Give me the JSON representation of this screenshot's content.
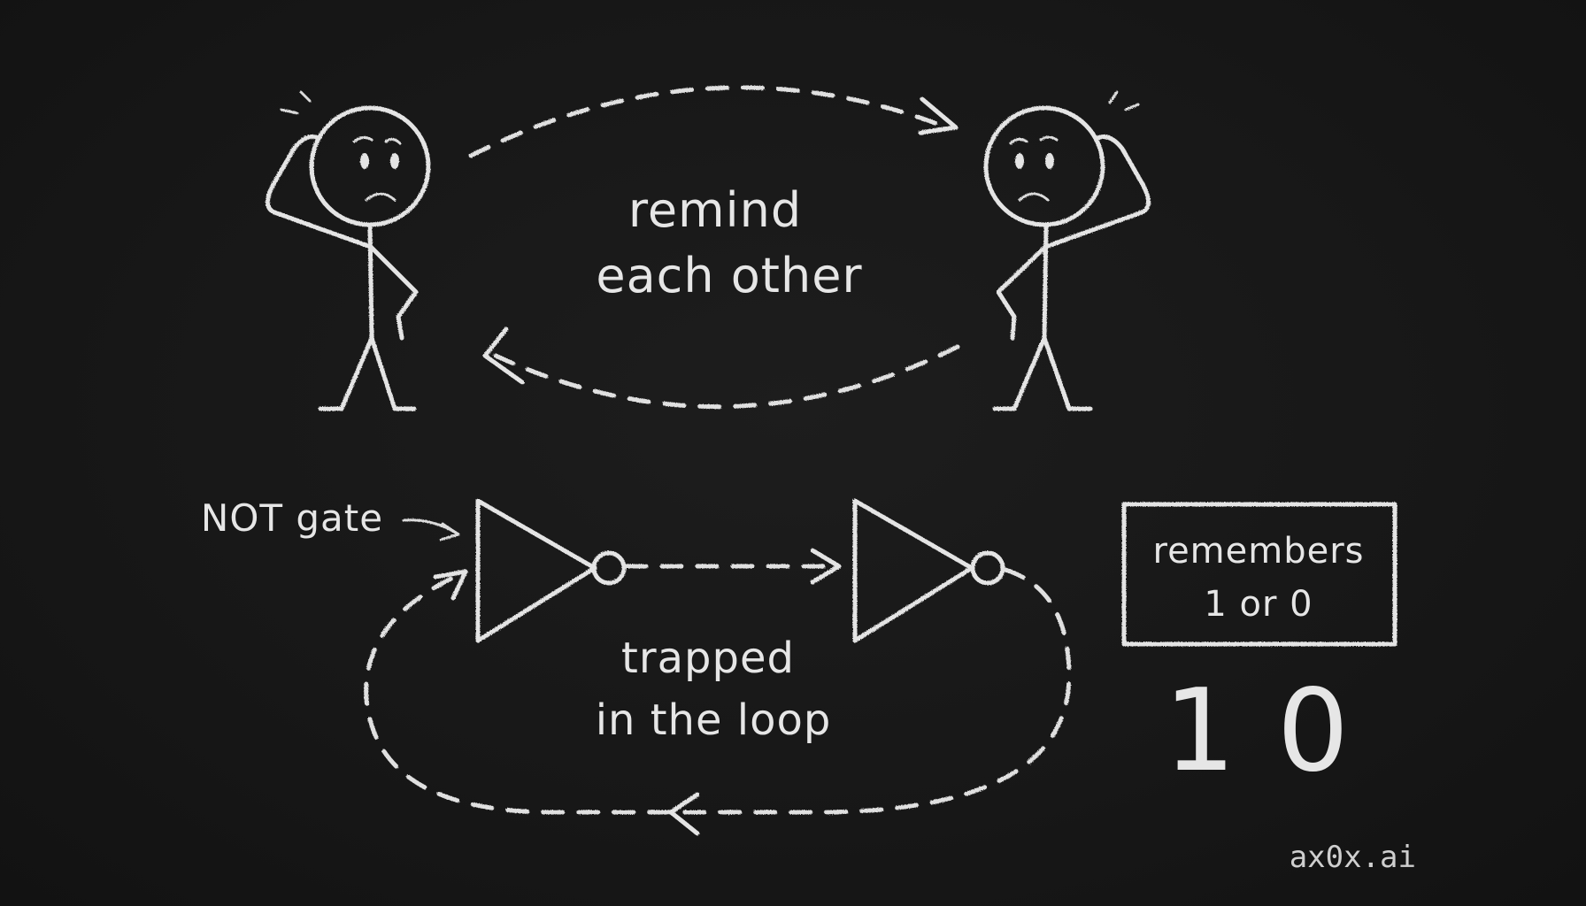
{
  "scene": {
    "reminder_label_line1": "remind",
    "reminder_label_line2": "each other",
    "not_gate_label": "NOT gate",
    "loop_label_line1": "trapped",
    "loop_label_line2": "in the loop",
    "memory_box_line1": "remembers",
    "memory_box_line2": "1 or 0",
    "bit_one": "1",
    "bit_zero": "0",
    "watermark": "ax0x.ai"
  },
  "colors": {
    "background": "#161616",
    "chalk": "#e4e4e4"
  }
}
